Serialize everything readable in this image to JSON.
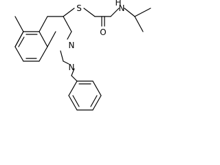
{
  "molecule": {
    "atoms": {
      "sulfur": "S",
      "amide_oxygen": "O",
      "amide_nitrogen": "N",
      "amide_hydrogen": "H",
      "ring_nitrogen_top": "N",
      "ring_nitrogen_bottom": "N"
    },
    "colors": {
      "bond": "#000000",
      "label": "#000000",
      "background": "#ffffff"
    }
  }
}
